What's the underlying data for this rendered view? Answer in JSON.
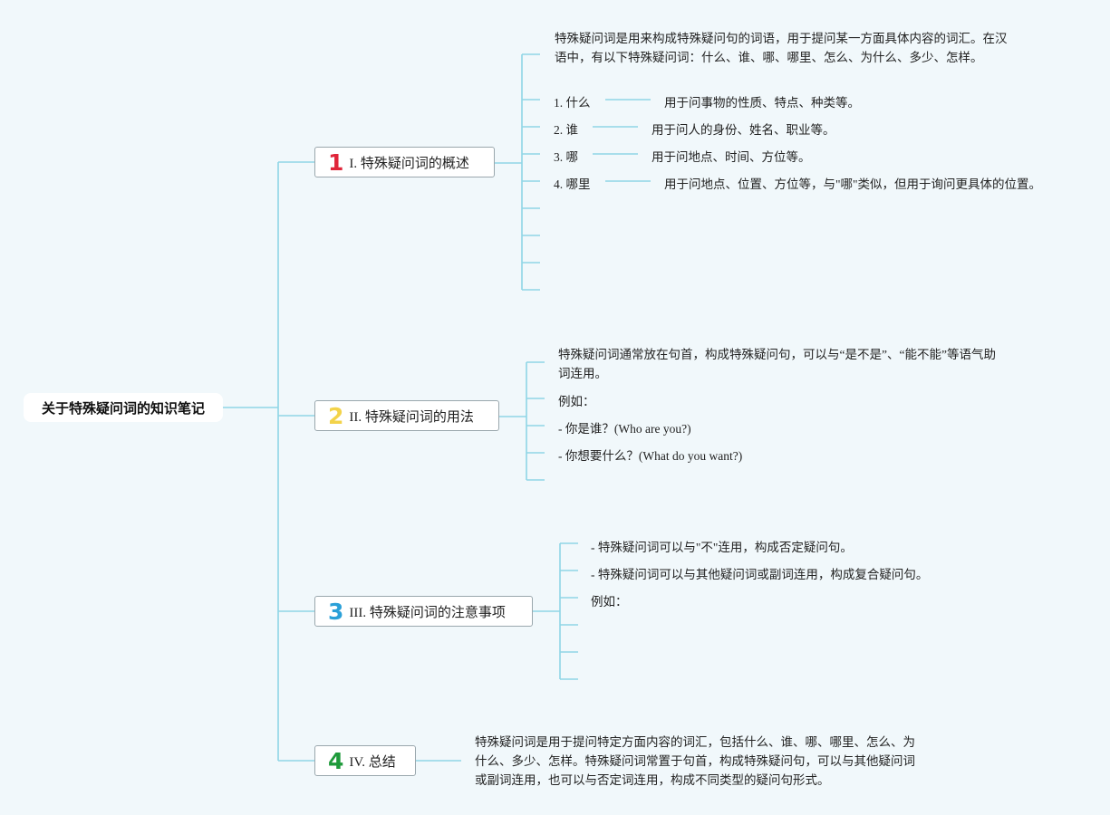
{
  "root": {
    "label": "关于特殊疑问词的知识笔记"
  },
  "colors": {
    "line": "#8fd6e6",
    "num1": "#e0253a",
    "num2": "#f3d34a",
    "num3": "#2aa0d8",
    "num4": "#1e9a3a"
  },
  "topics": [
    {
      "num": "1",
      "label": "I. 特殊疑问词的概述",
      "intro": "特殊疑问词是用来构成特殊疑问句的词语，用于提问某一方面具体内容的词汇。在汉语中，有以下特殊疑问词：什么、谁、哪、哪里、怎么、为什么、多少、怎样。",
      "items": [
        {
          "word": "1. 什么",
          "desc": "用于问事物的性质、特点、种类等。"
        },
        {
          "word": "2. 谁",
          "desc": "用于问人的身份、姓名、职业等。"
        },
        {
          "word": "3. 哪",
          "desc": "用于问地点、时间、方位等。"
        },
        {
          "word": "4. 哪里",
          "desc": "用于问地点、位置、方位等，与\"哪\"类似，但用于询问更具体的位置。"
        }
      ]
    },
    {
      "num": "2",
      "label": "II. 特殊疑问词的用法",
      "intro": "特殊疑问词通常放在句首，构成特殊疑问句，可以与“是不是”、“能不能”等语气助词连用。",
      "items": [
        "例如：",
        "- 你是谁？(Who are you?)",
        "- 你想要什么？(What do you want?)"
      ]
    },
    {
      "num": "3",
      "label": "III. 特殊疑问词的注意事项",
      "items": [
        "- 特殊疑问词可以与\"不\"连用，构成否定疑问句。",
        "- 特殊疑问词可以与其他疑问词或副词连用，构成复合疑问句。",
        "例如："
      ]
    },
    {
      "num": "4",
      "label": "IV. 总结",
      "intro": "特殊疑问词是用于提问特定方面内容的词汇，包括什么、谁、哪、哪里、怎么、为什么、多少、怎样。特殊疑问词常置于句首，构成特殊疑问句，可以与其他疑问词或副词连用，也可以与否定词连用，构成不同类型的疑问句形式。"
    }
  ]
}
